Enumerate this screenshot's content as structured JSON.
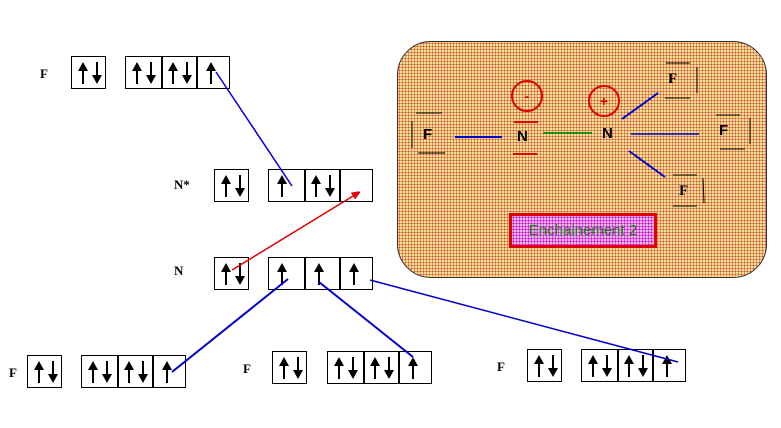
{
  "labels": {
    "f_top": "F",
    "n_star": "N*",
    "n": "N",
    "f_bottom_left": "F",
    "f_bottom_mid": "F",
    "f_bottom_right": "F"
  },
  "orbitals": {
    "f_top": {
      "s": "up-down",
      "p": [
        "up-down",
        "up-down",
        "up"
      ]
    },
    "n_star": {
      "s": "up-down",
      "p": [
        "up",
        "up-down",
        "empty"
      ]
    },
    "n": {
      "s": "up-down",
      "p": [
        "up",
        "up",
        "up"
      ]
    },
    "f_bottom_left": {
      "s": "up-down",
      "p": [
        "up-down",
        "up-down",
        "up"
      ]
    },
    "f_bottom_mid": {
      "s": "up-down",
      "p": [
        "up-down",
        "up-down",
        "up"
      ]
    },
    "f_bottom_right": {
      "s": "up-down",
      "p": [
        "up-down",
        "up-down",
        "up"
      ]
    }
  },
  "panel": {
    "atoms": {
      "f_left": "F",
      "n_left": "N",
      "n_right": "N",
      "f_top": "F",
      "f_right": "F",
      "f_bottom": "F"
    },
    "charges": {
      "n_left": "-",
      "n_right": "+"
    },
    "caption": "Enchainement 2"
  },
  "colors": {
    "bond_blue": "#0000cc",
    "bond_green": "#228b22",
    "charge_red": "#e00000",
    "arrow_red": "#e00000",
    "panel_fill": "#f2e38a",
    "caption_text": "#1a8a1a"
  }
}
